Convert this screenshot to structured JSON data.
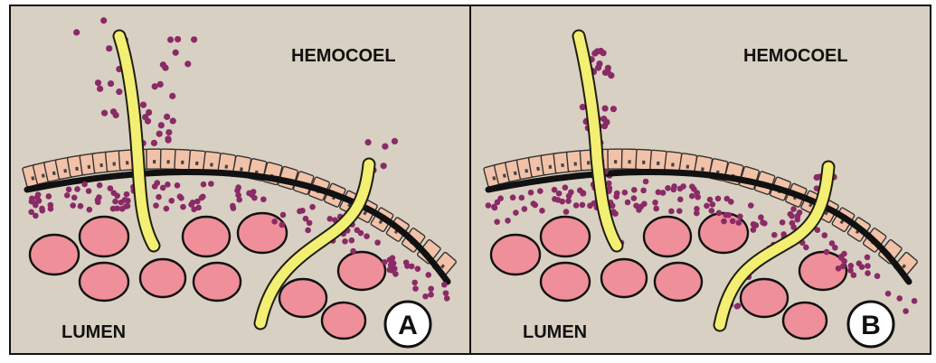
{
  "colors": {
    "background": "#d8d0c2",
    "epithelium": "#f2c2a8",
    "particles": "#8a2a66",
    "blood_cells": "#ee8f9a",
    "hyphae": "#f2ef72",
    "outline": "#111111"
  },
  "panels": [
    {
      "id": "A",
      "hemocoel_label": "HEMOCOEL",
      "lumen_label": "LUMEN",
      "badge": "A"
    },
    {
      "id": "B",
      "hemocoel_label": "HEMOCOEL",
      "lumen_label": "LUMEN",
      "badge": "B"
    }
  ]
}
